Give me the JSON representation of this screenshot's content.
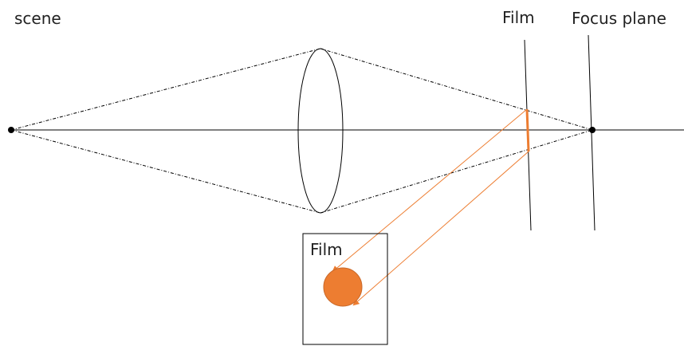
{
  "labels": {
    "scene": "scene",
    "film_top": "Film",
    "focus_plane": "Focus plane",
    "film_box": "Film"
  },
  "colors": {
    "line": "#000000",
    "accent": "#ED7D31"
  }
}
